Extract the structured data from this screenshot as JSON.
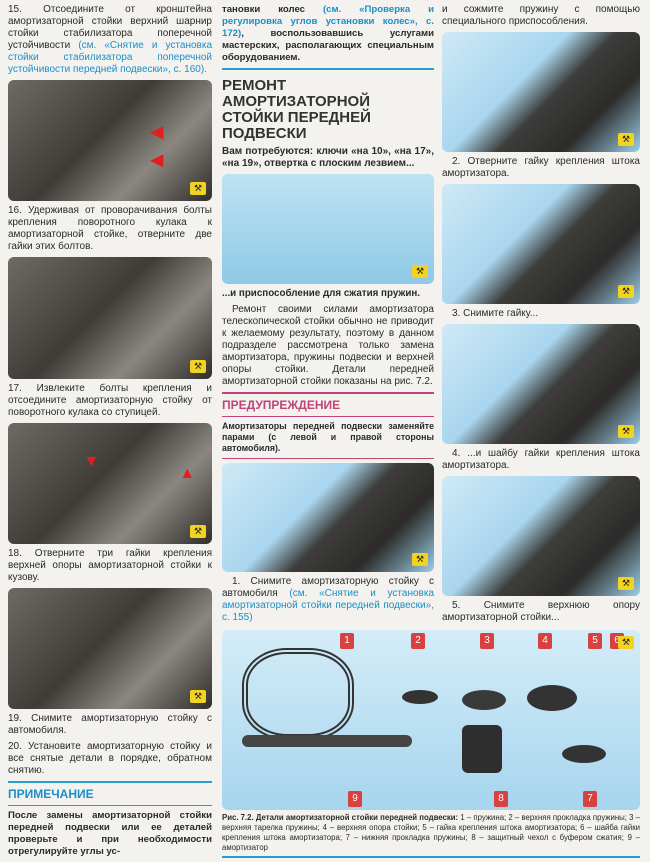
{
  "left": {
    "step15": "15. Отсоедините от кронштейна амортизаторной стойки верхний шарнир стойки стабилизатора поперечной устойчивости",
    "step15_ref": "(см. «Снятие и установка стойки стабилизатора поперечной устойчивости передней подвески», с. 160).",
    "step16": "16. Удерживая от проворачивания болты крепления поворотного кулака к амортизаторной стойке, отверните две гайки этих болтов.",
    "step17": "17. Извлеките болты крепления и отсоедините амортизаторную стойку от поворотного кулака со ступицей.",
    "step18": "18. Отверните три гайки крепления верхней опоры амортизаторной стойки к кузову.",
    "step19": "19. Снимите амортизаторную стойку с автомобиля.",
    "step20": "20. Установите амортизаторную стойку и все снятые детали в порядке, обратном снятию.",
    "note_heading": "ПРИМЕЧАНИЕ",
    "note_text": "После замены амортизаторной стойки передней подвески или ее деталей проверьте и при необходимости отрегулируйте углы ус-"
  },
  "middle": {
    "cont_pre": "тановки колес",
    "cont_ref": "(см. «Проверка и регулировка углов установки колес», с. 172)",
    "cont_post": ", воспользовавшись услугами мастерских, располагающих специальным оборудованием.",
    "section_title": "РЕМОНТ АМОРТИЗАТОРНОЙ СТОЙКИ ПЕРЕДНЕЙ ПОДВЕСКИ",
    "tools": "Вам потребуются: ключи «на 10», «на 17», «на 19», отвертка с плоским лезвием...",
    "tools2": "...и приспособление для сжатия пружин.",
    "intro": "Ремонт своими силами амортизатора телескопической стойки обычно не приводит к желаемому результату, поэтому в данном подразделе рассмотрена только замена амортизатора, пружины подвески и верхней опоры стойки. Детали передней амортизаторной стойки показаны на рис. 7.2.",
    "warning_heading": "ПРЕДУПРЕЖДЕНИЕ",
    "warning_text": "Амортизаторы передней подвески заменяйте парами (с левой и правой стороны автомобиля).",
    "step1": "1. Снимите амортизаторную стойку с автомобиля",
    "step1_ref": "(см. «Снятие и установка амортизаторной стойки передней подвески», с. 155)"
  },
  "right": {
    "cont": "и сожмите пружину с помощью специального приспособления.",
    "step2": "2. Отверните гайку крепления штока амортизатора.",
    "step3": "3. Снимите гайку...",
    "step4": "4. ...и шайбу гайки крепления штока амортизатора.",
    "step5": "5. Снимите верхнюю опору амортизаторной стойки..."
  },
  "figure": {
    "labels": [
      "1",
      "2",
      "3",
      "4",
      "5",
      "6",
      "7",
      "8",
      "9"
    ],
    "caption_title": "Рис. 7.2. Детали амортизаторной стойки передней подвески:",
    "caption_text": "1 – пружина; 2 – верхняя прокладка пружины; 3 – верхняя тарелка пружины; 4 – верхняя опора стойки; 5 – гайка крепления штока амортизатора; 6 – шайба гайки крепления штока амортизатора; 7 – нижняя прокладка пружины; 8 – защитный чехол с буфером сжатия; 9 – амортизатор"
  },
  "colors": {
    "accent_blue": "#1a8fc8",
    "accent_red": "#c0437a",
    "badge": "#f2d321"
  }
}
